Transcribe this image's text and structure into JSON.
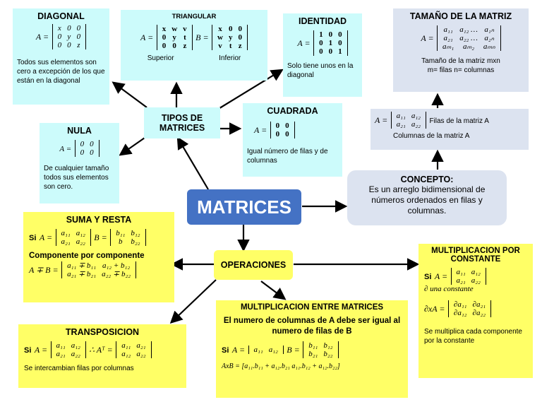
{
  "main": {
    "title": "MATRICES"
  },
  "tipos": {
    "label": "TIPOS DE MATRICES"
  },
  "operaciones": {
    "label": "OPERACIONES"
  },
  "diagonal": {
    "title": "DIAGONAL",
    "lhs": "A =",
    "rows": [
      [
        "x",
        "0",
        "0"
      ],
      [
        "0",
        "y",
        "0"
      ],
      [
        "0",
        "0",
        "z"
      ]
    ],
    "desc": "Todos sus elementos son cero a excepción de los que están en la diagonal"
  },
  "triangular": {
    "title": "TRIANGULAR",
    "lhs_a": "A =",
    "lhs_b": "B =",
    "rows_a": [
      [
        "x",
        "w",
        "v"
      ],
      [
        "0",
        "y",
        "t"
      ],
      [
        "0",
        "0",
        "z"
      ]
    ],
    "rows_b": [
      [
        "x",
        "0",
        "0"
      ],
      [
        "w",
        "y",
        "0"
      ],
      [
        "v",
        "t",
        "z"
      ]
    ],
    "sup": "Superior",
    "inf": "Inferior"
  },
  "identidad": {
    "title": "IDENTIDAD",
    "lhs": "A =",
    "rows": [
      [
        "1",
        "0",
        "0"
      ],
      [
        "0",
        "1",
        "0"
      ],
      [
        "0",
        "0",
        "1"
      ]
    ],
    "desc": "Solo tiene unos en la diagonal"
  },
  "tamano": {
    "title": "TAMAÑO DE LA MATRIZ",
    "lhs": "A =",
    "rows": [
      [
        "a₁₁",
        "a₁₂ …",
        "a₁ₙ"
      ],
      [
        "a₂₁",
        "a₂₂ …",
        "a₂ₙ"
      ],
      [
        "aₘ₁",
        "aₘ₂",
        "aₘₙ"
      ]
    ],
    "desc1": "Tamaño de la matriz mxn",
    "desc2": "m= filas  n= columnas"
  },
  "filas": {
    "lhs": "A =",
    "rows": [
      [
        "a₁₁",
        "a₁₂"
      ],
      [
        "a₂₁",
        "a₂₂"
      ]
    ],
    "right": "Filas de la matriz A",
    "bottom": "Columnas de la matriz A"
  },
  "nula": {
    "title": "NULA",
    "lhs": "A =",
    "rows": [
      [
        "0",
        "0"
      ],
      [
        "0",
        "0"
      ]
    ],
    "desc": "De cualquier tamaño todos sus elementos son cero."
  },
  "cuadrada": {
    "title": "CUADRADA",
    "lhs": "A =",
    "rows": [
      [
        "0",
        "0"
      ],
      [
        "0",
        "0"
      ]
    ],
    "desc": "Igual número de filas y de columnas"
  },
  "concepto": {
    "title": "CONCEPTO:",
    "desc": "Es un arreglo bidimensional de números ordenados en filas y columnas."
  },
  "suma": {
    "title": "SUMA  Y RESTA",
    "si": "Si",
    "lhs_a": "A =",
    "lhs_b": "B =",
    "rows_a": [
      [
        "a₁₁",
        "a₁₂"
      ],
      [
        "a₂₁",
        "a₂₂"
      ]
    ],
    "rows_b": [
      [
        "b₁₁",
        "b₁₂"
      ],
      [
        "b",
        "b₂₂"
      ]
    ],
    "comp": "Componente por componente",
    "lhs_r": "A ∓ B =",
    "rows_r": [
      [
        "a₁₁ ∓ b₁₁",
        "a₁₂ + b₁₂"
      ],
      [
        "a₂₁ ∓ b₂₁",
        "a₂₂ ∓ b₂₂"
      ]
    ]
  },
  "mult_const": {
    "title": "MULTIPLICACION POR CONSTANTE",
    "si": "Si",
    "lhs": "A =",
    "rows": [
      [
        "a₁₁",
        "a₁₂"
      ],
      [
        "a₂₁",
        "a₂₂"
      ]
    ],
    "const": "∂ una constante",
    "lhs2": "∂xA =",
    "rows2": [
      [
        "∂a₁₁",
        "∂a₂₁"
      ],
      [
        "∂a₁₂",
        "∂a₂₂"
      ]
    ],
    "desc": "Se multiplica cada componente por la constante"
  },
  "transp": {
    "title": "TRANSPOSICION",
    "si": "Si",
    "lhs": "A =",
    "rows": [
      [
        "a₁₁",
        "a₁₂"
      ],
      [
        "a₂₁",
        "a₂₂"
      ]
    ],
    "mid": "∴ Aᵀ =",
    "rows_t": [
      [
        "a₁₁",
        "a₂₁"
      ],
      [
        "a₁₂",
        "a₂₂"
      ]
    ],
    "desc": "Se intercambian filas por columnas"
  },
  "mult_mat": {
    "title": "MULTIPLICACION ENTRE MATRICES",
    "rule": "El numero de columnas de A debe ser igual al numero de filas de B",
    "si": "Si",
    "lhs_a": "A =",
    "rows_a": [
      [
        "a₁₁",
        "a₁₂"
      ]
    ],
    "lhs_b": "B =",
    "rows_b": [
      [
        "b₁₁",
        "b₁₂"
      ],
      [
        "b₂₁",
        "b₂₂"
      ]
    ],
    "product": "AxB = [a₁₁.b₁₁ + a₁₂.b₂₁      a₁₁.b₁₂ + a₁₂.b₂₂]"
  }
}
